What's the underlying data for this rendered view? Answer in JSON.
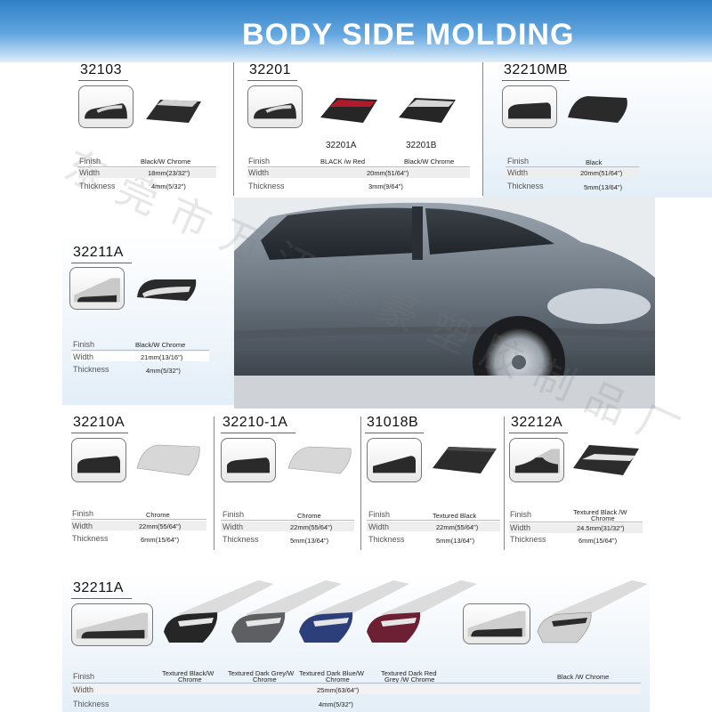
{
  "title": "BODY SIDE MOLDING",
  "labels": {
    "finish": "Finish",
    "width": "Width",
    "thickness": "Thickness"
  },
  "products": {
    "p32103": {
      "code": "32103",
      "finish": "Black/W Chrome",
      "width": "18mm(23/32\")",
      "thickness": "4mm(5/32\")"
    },
    "p32201": {
      "code": "32201",
      "sub_a": "32201A",
      "sub_b": "32201B",
      "finish_a": "BLACK /w Red",
      "finish_b": "Black/W Chrome",
      "width": "20mm(51/64\")",
      "thickness": "3mm(9/64\")"
    },
    "p32210MB": {
      "code": "32210MB",
      "finish": "Black",
      "width": "20mm(51/64\")",
      "thickness": "5mm(13/64\")"
    },
    "p32211A_top": {
      "code": "32211A",
      "finish": "Black/W Chrome",
      "width": "21mm(13/16\")",
      "thickness": "4mm(5/32\")"
    },
    "p32210A": {
      "code": "32210A",
      "finish": "Chrome",
      "width": "22mm(55/64\")",
      "thickness": "6mm(15/64\")"
    },
    "p32210_1A": {
      "code": "32210-1A",
      "finish": "Chrome",
      "width": "22mm(55/64\")",
      "thickness": "5mm(13/64\")"
    },
    "p31018B": {
      "code": "31018B",
      "finish": "Textured Black",
      "width": "22mm(55/64\")",
      "thickness": "5mm(13/64\")"
    },
    "p32212A": {
      "code": "32212A",
      "finish_line1": "Textured Black /W",
      "finish_line2": "Chrome",
      "width": "24.5mm(31/32\")",
      "thickness": "6mm(15/64\")"
    },
    "p32211A_bottom": {
      "code": "32211A",
      "finishes": [
        {
          "line1": "Textured Black/W",
          "line2": "Chrome"
        },
        {
          "line1": "Textured Dark Grey/W",
          "line2": "Chrome"
        },
        {
          "line1": "Textured Dark Blue/W",
          "line2": "Chrome"
        },
        {
          "line1": "Textured Dark Red",
          "line2": "Grey /W Chrome"
        },
        {
          "line1": "Black /W Chrome",
          "line2": ""
        }
      ],
      "width": "25mm(63/64\")",
      "thickness": "4mm(5/32\")"
    }
  },
  "watermark": "东莞市万江德豪塑胶制品厂",
  "colors": {
    "header": "#2f7fc7",
    "panel": "#e3eef8",
    "car": "#6f7a86",
    "red": "#b01a2a",
    "blue": "#2c3f7a",
    "grey": "#5d5f63"
  }
}
